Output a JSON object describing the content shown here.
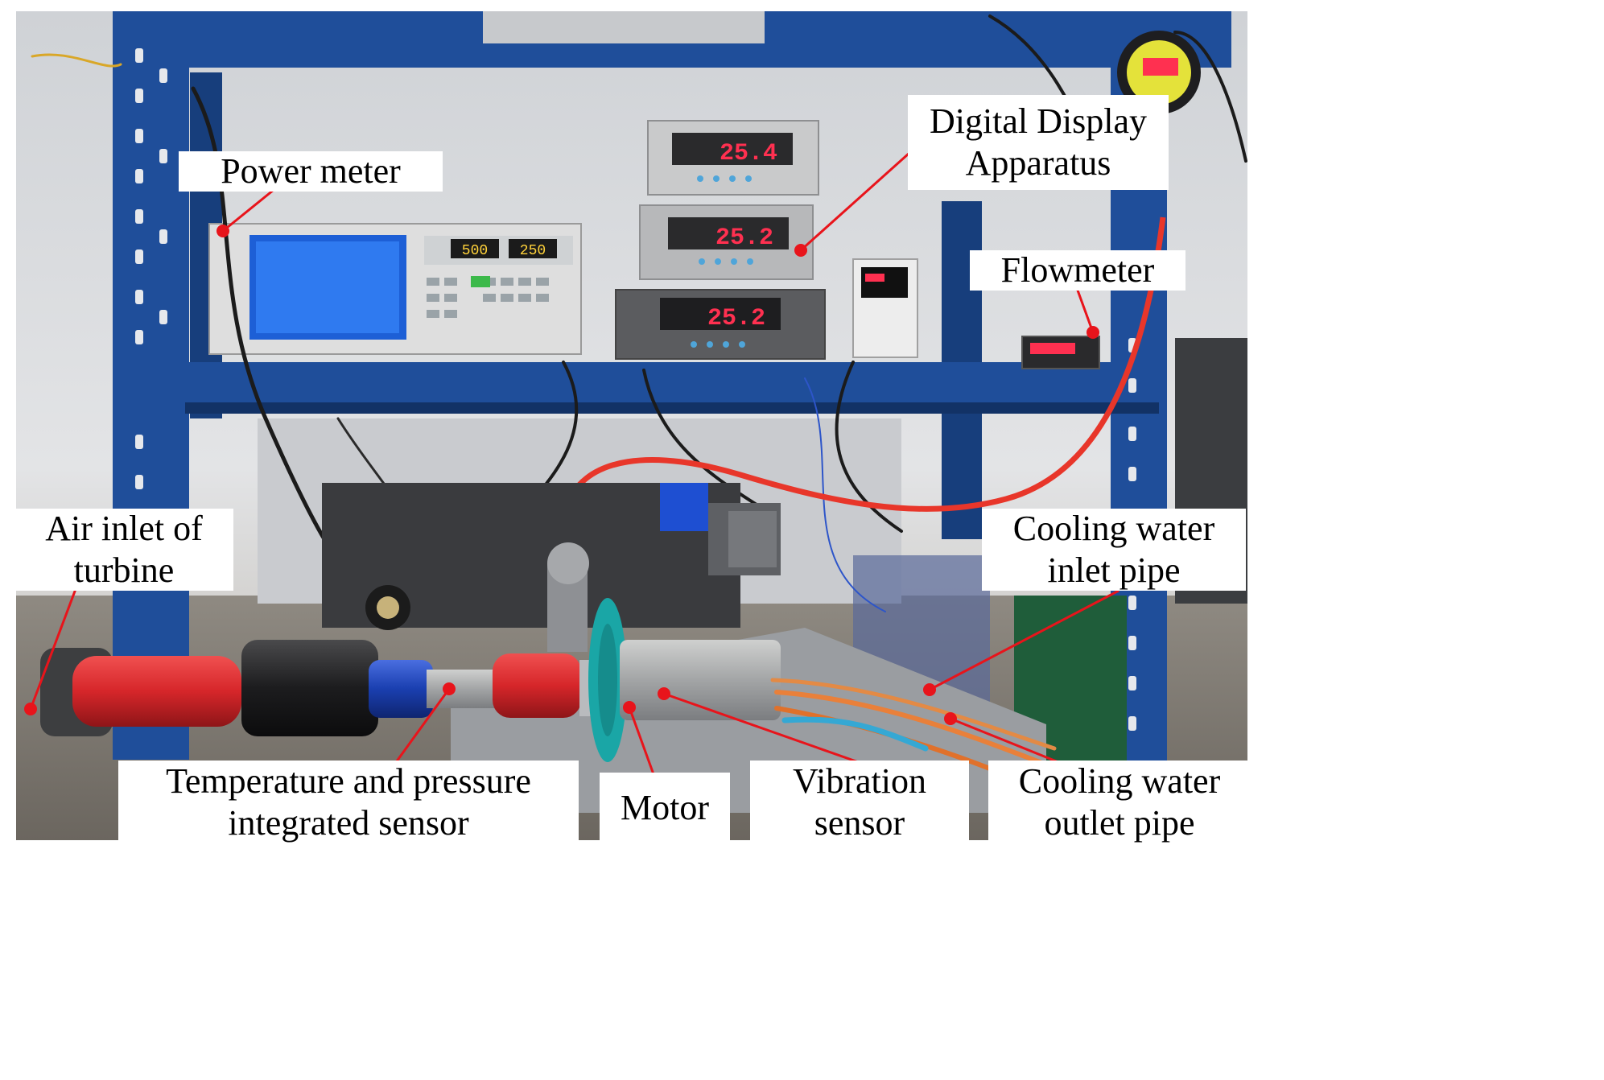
{
  "labels": {
    "power_meter": {
      "lines": [
        "Power meter"
      ]
    },
    "digital_display": {
      "lines": [
        "Digital Display",
        "Apparatus"
      ]
    },
    "flowmeter": {
      "lines": [
        "Flowmeter"
      ]
    },
    "air_inlet": {
      "lines": [
        "Air inlet of",
        "turbine"
      ]
    },
    "cooling_inlet": {
      "lines": [
        "Cooling water",
        "inlet pipe"
      ]
    },
    "temp_pressure": {
      "lines": [
        "Temperature and pressure",
        "integrated sensor"
      ]
    },
    "motor": {
      "lines": [
        "Motor"
      ]
    },
    "vibration": {
      "lines": [
        "Vibration",
        "sensor"
      ]
    },
    "cooling_outlet": {
      "lines": [
        "Cooling water",
        "outlet pipe"
      ]
    }
  },
  "display_readings": [
    "25.4",
    "25.2",
    "25.2"
  ],
  "power_meter_readouts": [
    "500",
    "250"
  ],
  "colors": {
    "rack": "#1f4e9a",
    "pointer": "#e8141b",
    "hose_red": "#d6262a",
    "coupler_blue": "#1a3fb0",
    "motor_teal": "#1aa6a6",
    "led": "#ff3050"
  }
}
